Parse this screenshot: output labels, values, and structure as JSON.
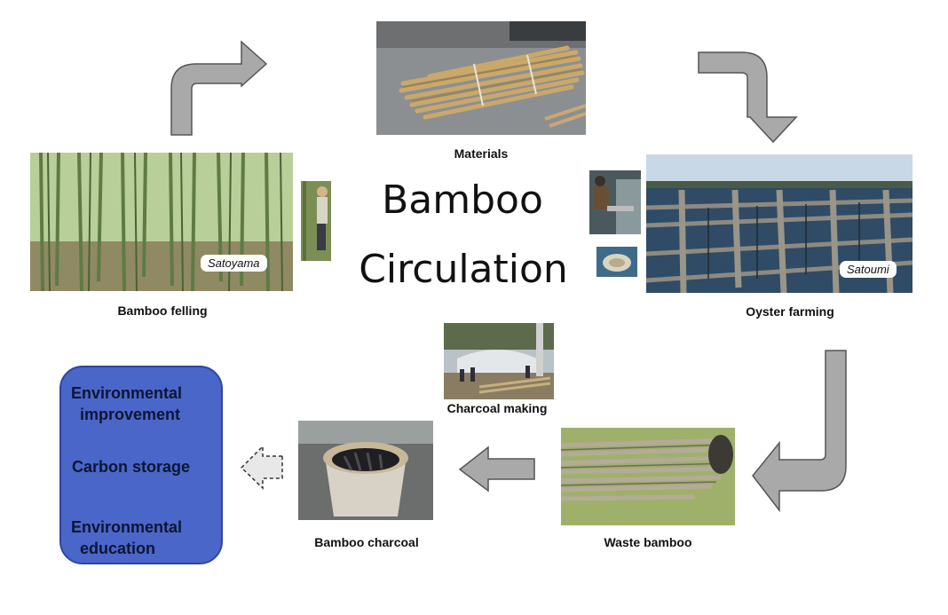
{
  "title": {
    "line1": "Bamboo",
    "line2": "Circulation"
  },
  "nodes": {
    "materials": "Materials",
    "bamboo_felling": "Bamboo felling",
    "oyster_farming": "Oyster farming",
    "charcoal_making": "Charcoal making",
    "waste_bamboo": "Waste bamboo",
    "bamboo_charcoal": "Bamboo charcoal"
  },
  "tags": {
    "satoyama": "Satoyama",
    "satoumi": "Satoumi"
  },
  "benefits": {
    "item1": "Environmental\n  improvement",
    "item2": "Carbon storage",
    "item3": "Environmental\n  education"
  },
  "colors": {
    "arrow_fill": "#a9a9a9",
    "arrow_stroke": "#555555",
    "box_fill": "#4a66c8",
    "box_text": "#0c1633"
  }
}
